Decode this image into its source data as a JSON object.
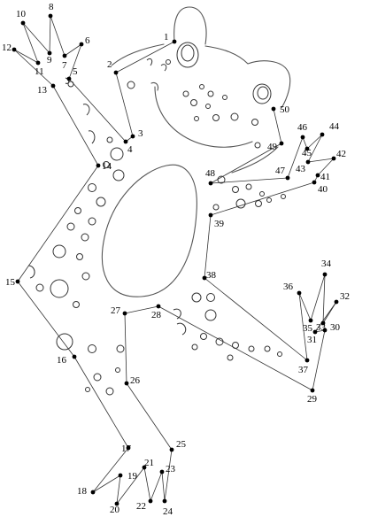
{
  "labels": [
    "1",
    "2",
    "3",
    "4",
    "5",
    "6",
    "7",
    "8",
    "9",
    "10",
    "11",
    "12",
    "13",
    "14",
    "15",
    "16",
    "17",
    "18",
    "19",
    "20",
    "21",
    "22",
    "23",
    "24",
    "25",
    "26",
    "27",
    "28",
    "29",
    "30",
    "31",
    "32",
    "33",
    "34",
    "35",
    "36",
    "37",
    "38",
    "39",
    "40",
    "41",
    "42",
    "43",
    "44",
    "45",
    "46",
    "47",
    "48",
    "49",
    "50"
  ],
  "colors": {
    "ink": "#000000",
    "outline": "#555555"
  }
}
